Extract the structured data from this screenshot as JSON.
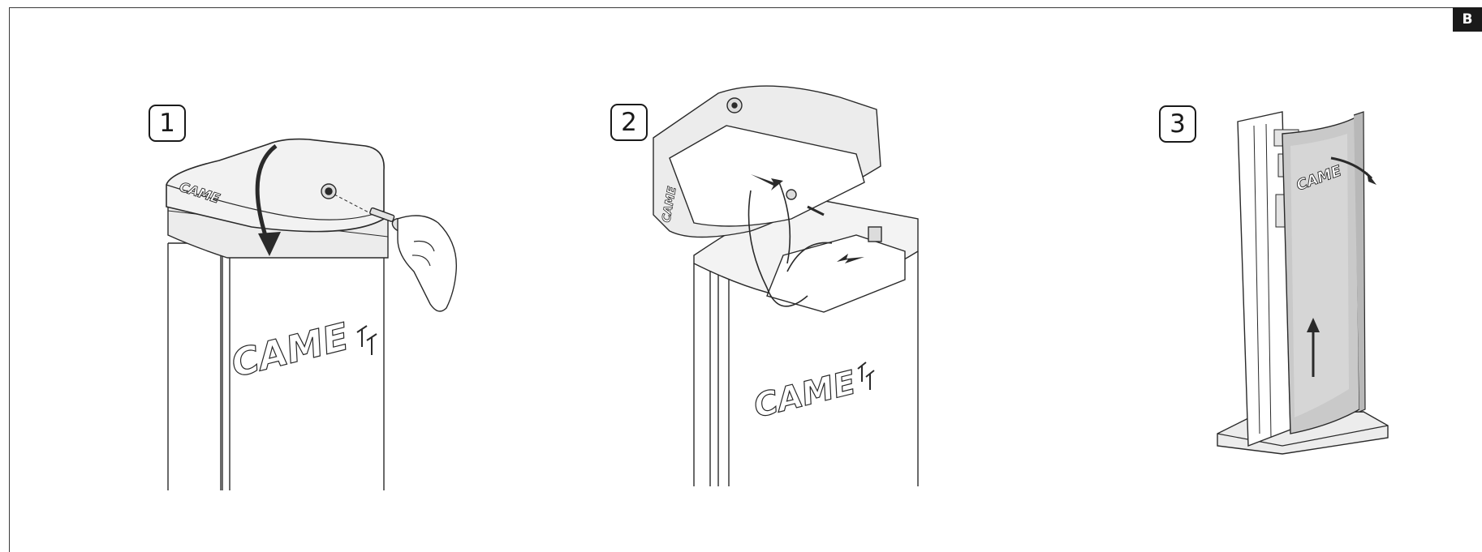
{
  "page": {
    "section_tab": "B"
  },
  "steps": [
    {
      "number": "1"
    },
    {
      "number": "2"
    },
    {
      "number": "3"
    }
  ],
  "brand": {
    "logo_text": "CAME"
  },
  "colors": {
    "outline": "#2a2a2a",
    "body_fill": "#f7f7f7",
    "panel_fill": "#cfcfcf",
    "tab_bg": "#1a1a1a"
  }
}
